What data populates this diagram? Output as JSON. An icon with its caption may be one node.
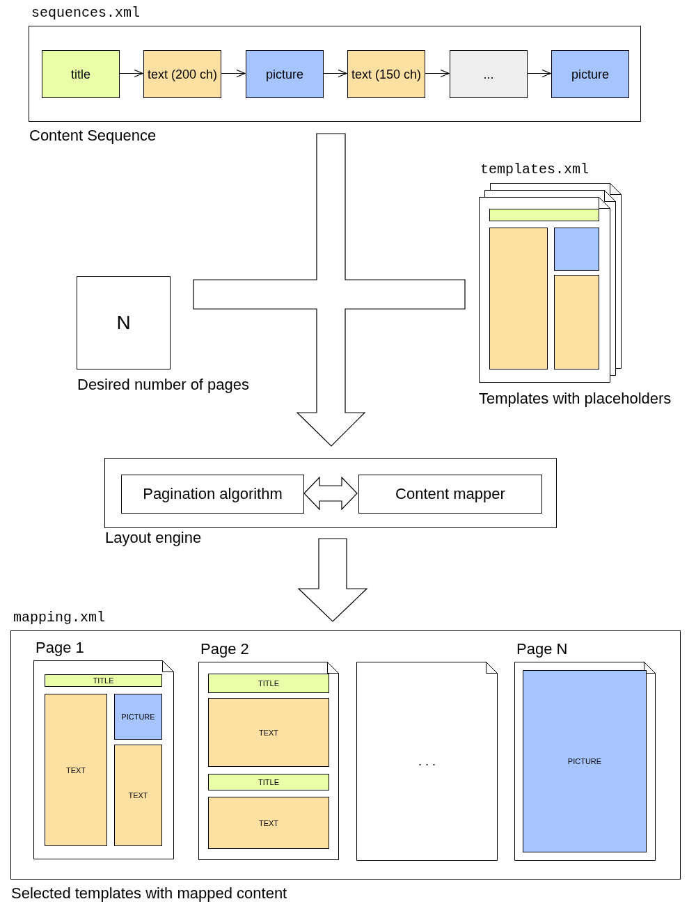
{
  "diagram": {
    "nodes": [
      {
        "text": [
          "sequences.xml",
          "Content Sequence"
        ]
      },
      {
        "text": [
          "title"
        ],
        "in": 0
      },
      {
        "text": [
          "text (200 ch)"
        ],
        "in": 0
      },
      {
        "text": [
          "picture"
        ],
        "in": 0
      },
      {
        "text": [
          "text (150 ch)"
        ],
        "in": 0
      },
      {
        "text": [
          "..."
        ],
        "in": 0
      },
      {
        "text": [
          "picture"
        ],
        "in": 0
      },
      {
        "text": [
          "N"
        ],
        "beside": [
          "Desired number of pages"
        ]
      },
      {
        "text": [
          "templates.xml"
        ],
        "beside": [
          "Templates with placeholders"
        ]
      },
      {
        "text": [],
        "shape": "box",
        "in": 8
      },
      {
        "text": [],
        "shape": "box",
        "in": 8
      },
      {
        "text": [],
        "shape": "box",
        "in": 8
      },
      {
        "text": [],
        "shape": "box",
        "in": 8
      },
      {
        "text": [
          "Layout engine"
        ]
      },
      {
        "text": [
          "Pagination algorithm"
        ],
        "in": 13
      },
      {
        "text": [
          "Content mapper"
        ],
        "in": 13
      },
      {
        "text": [
          "mapping.xml",
          "Selected templates with mapped content"
        ]
      },
      {
        "text": [
          "Page 1"
        ],
        "in": 16
      },
      {
        "text": [
          "TITLE"
        ],
        "in": 17
      },
      {
        "text": [
          "PICTURE"
        ],
        "in": 17
      },
      {
        "text": [
          "TEXT"
        ],
        "in": 17
      },
      {
        "text": [
          "TEXT"
        ],
        "in": 17
      },
      {
        "text": [
          "Page 2"
        ],
        "in": 16
      },
      {
        "text": [
          "TITLE"
        ],
        "in": 22
      },
      {
        "text": [
          "TEXT"
        ],
        "in": 22
      },
      {
        "text": [
          "TITLE"
        ],
        "in": 22
      },
      {
        "text": [
          "TEXT"
        ],
        "in": 22
      },
      {
        "text": [
          ". . ."
        ],
        "in": 16
      },
      {
        "text": [
          "Page N"
        ],
        "in": 16
      },
      {
        "text": [
          "PICTURE"
        ],
        "in": 28
      }
    ],
    "edges": [
      {
        "from": 1,
        "to": 2,
        "arrow": "to"
      },
      {
        "from": 2,
        "to": 3,
        "arrow": "to"
      },
      {
        "from": 3,
        "to": 4,
        "arrow": "to"
      },
      {
        "from": 4,
        "to": 5,
        "arrow": "to"
      },
      {
        "from": 5,
        "to": 6,
        "arrow": "to"
      },
      {
        "from": 0,
        "to": 13,
        "arrow": "to",
        "style": "thick"
      },
      {
        "from": 7,
        "to": 13,
        "arrow": "to",
        "style": "thick"
      },
      {
        "from": 8,
        "to": 13,
        "arrow": "to",
        "style": "thick"
      },
      {
        "from": 14,
        "to": 15,
        "arrow": "both",
        "style": "thick"
      },
      {
        "from": 13,
        "to": 16,
        "arrow": "to",
        "style": "thick"
      }
    ]
  }
}
